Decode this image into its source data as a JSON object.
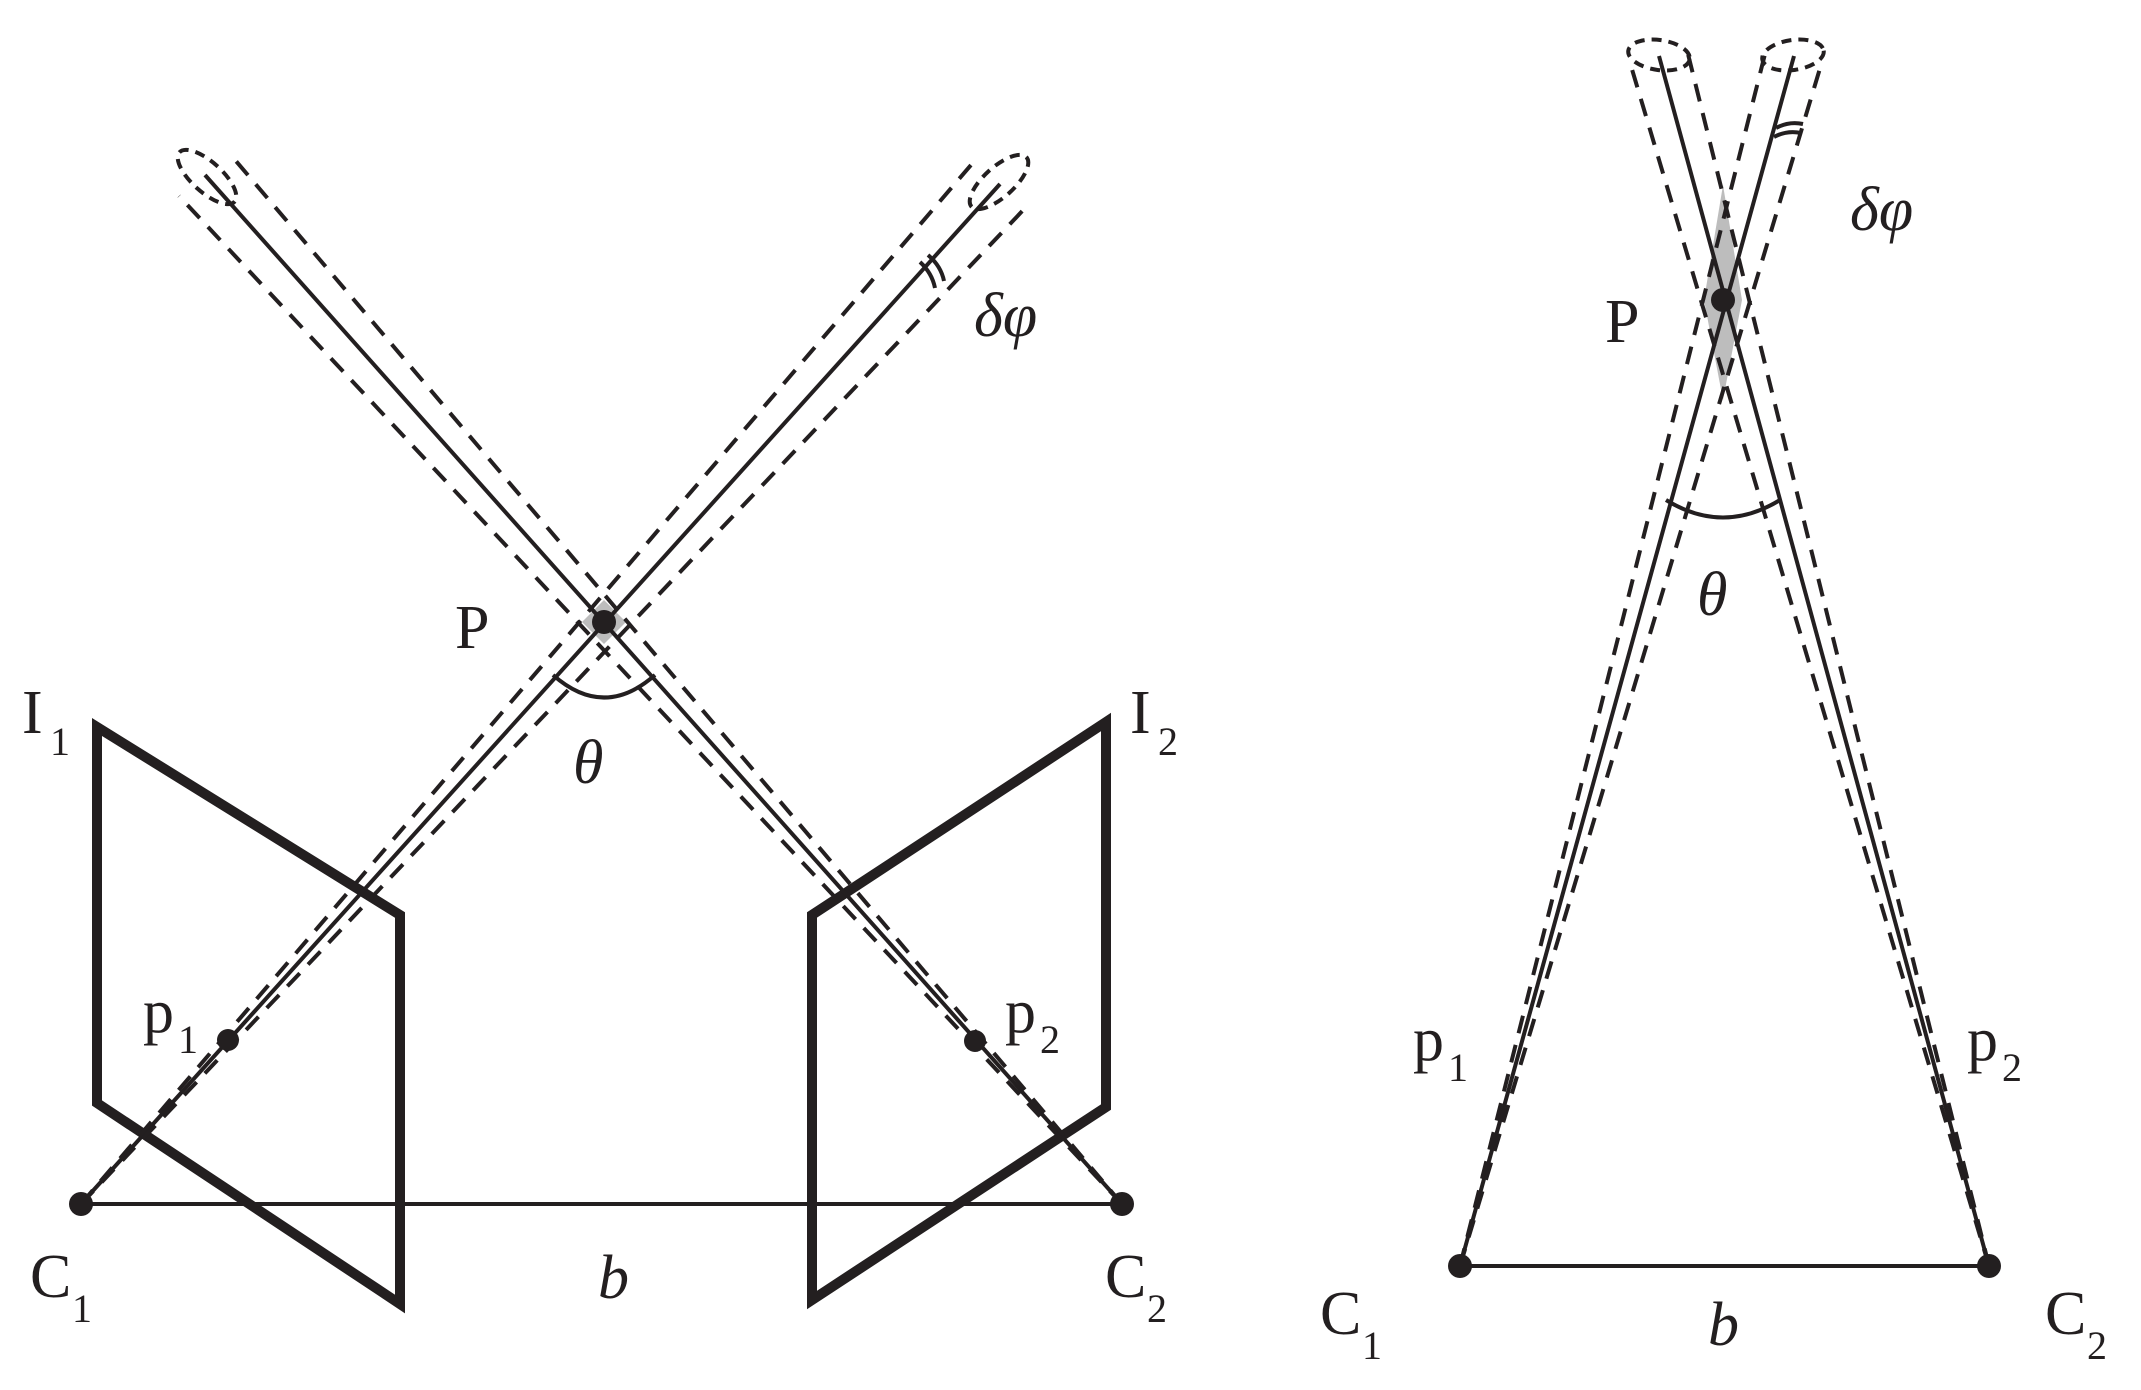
{
  "colors": {
    "ink": "#231f20",
    "uncertainty": "#bdbdbd",
    "background": "#ffffff"
  },
  "left_diagram": {
    "point": {
      "letter": "P"
    },
    "angle": {
      "symbol": "θ"
    },
    "deviation": {
      "symbol": "δφ"
    },
    "image_plane_1": {
      "letter": "I",
      "index": "1"
    },
    "image_plane_2": {
      "letter": "I",
      "index": "2"
    },
    "projection_1": {
      "letter": "p",
      "index": "1"
    },
    "projection_2": {
      "letter": "p",
      "index": "2"
    },
    "camera_1": {
      "letter": "C",
      "index": "1"
    },
    "camera_2": {
      "letter": "C",
      "index": "2"
    },
    "baseline": {
      "symbol": "b"
    }
  },
  "right_diagram": {
    "point": {
      "letter": "P"
    },
    "angle": {
      "symbol": "θ"
    },
    "deviation": {
      "symbol": "δφ"
    },
    "projection_1": {
      "letter": "p",
      "index": "1"
    },
    "projection_2": {
      "letter": "p",
      "index": "2"
    },
    "camera_1": {
      "letter": "C",
      "index": "1"
    },
    "camera_2": {
      "letter": "C",
      "index": "2"
    },
    "baseline": {
      "symbol": "b"
    }
  }
}
